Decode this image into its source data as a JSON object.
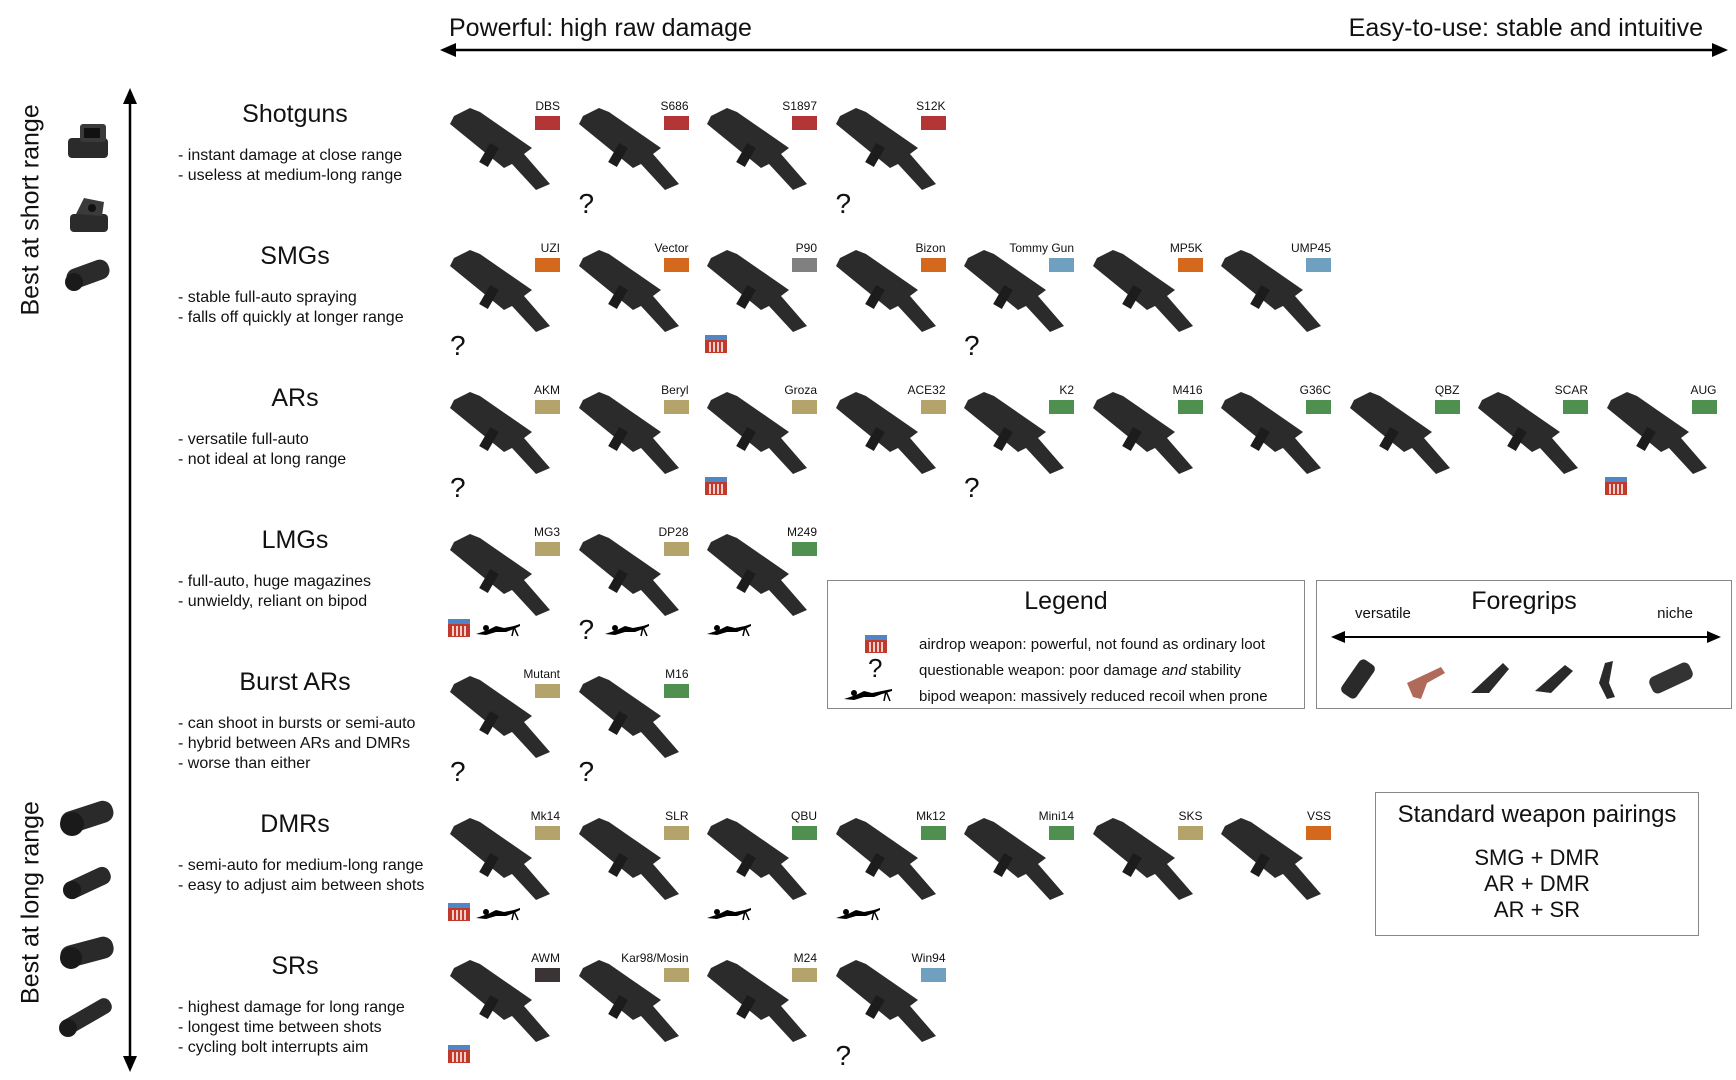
{
  "axes": {
    "left_label": "Powerful: high raw damage",
    "right_label": "Easy-to-use: stable and intuitive",
    "top_side_label": "Best at short range",
    "bottom_side_label": "Best at long range"
  },
  "colors": {
    "shotgun": "#b33535",
    "smg": "#d4691d",
    "gray": "#808080",
    "blue": "#6fa0c0",
    "tan": "#b5a36c",
    "green": "#4f8f50",
    "dark": "#3a3434"
  },
  "classes": [
    {
      "name": "Shotguns",
      "desc": [
        "- instant damage at close range",
        "- useless at medium-long range"
      ]
    },
    {
      "name": "SMGs",
      "desc": [
        "- stable full-auto spraying",
        "- falls off quickly at longer range"
      ]
    },
    {
      "name": "ARs",
      "desc": [
        "- versatile full-auto",
        "- not ideal at long range"
      ]
    },
    {
      "name": "LMGs",
      "desc": [
        "- full-auto, huge magazines",
        "- unwieldy, reliant on bipod"
      ]
    },
    {
      "name": "Burst ARs",
      "desc": [
        "- can shoot in bursts or semi-auto",
        "- hybrid between ARs and DMRs",
        "- worse than either"
      ]
    },
    {
      "name": "DMRs",
      "desc": [
        "- semi-auto for medium-long range",
        "- easy to adjust aim between shots"
      ]
    },
    {
      "name": "SRs",
      "desc": [
        "- highest damage for long range",
        "- longest time between shots",
        "- cycling bolt interrupts aim"
      ]
    }
  ],
  "weapons": [
    [
      {
        "name": "DBS",
        "color": "#b33535"
      },
      {
        "name": "S686",
        "color": "#b33535",
        "question": true
      },
      {
        "name": "S1897",
        "color": "#b33535"
      },
      {
        "name": "S12K",
        "color": "#b33535",
        "question": true
      }
    ],
    [
      {
        "name": "UZI",
        "color": "#d4691d",
        "question": true
      },
      {
        "name": "Vector",
        "color": "#d4691d"
      },
      {
        "name": "P90",
        "color": "#808080",
        "airdrop": true
      },
      {
        "name": "Bizon",
        "color": "#d4691d"
      },
      {
        "name": "Tommy Gun",
        "color": "#6fa0c0",
        "question": true
      },
      {
        "name": "MP5K",
        "color": "#d4691d"
      },
      {
        "name": "UMP45",
        "color": "#6fa0c0"
      }
    ],
    [
      {
        "name": "AKM",
        "color": "#b5a36c",
        "question": true
      },
      {
        "name": "Beryl",
        "color": "#b5a36c"
      },
      {
        "name": "Groza",
        "color": "#b5a36c",
        "airdrop": true
      },
      {
        "name": "ACE32",
        "color": "#b5a36c"
      },
      {
        "name": "K2",
        "color": "#4f8f50",
        "question": true
      },
      {
        "name": "M416",
        "color": "#4f8f50"
      },
      {
        "name": "G36C",
        "color": "#4f8f50"
      },
      {
        "name": "QBZ",
        "color": "#4f8f50"
      },
      {
        "name": "SCAR",
        "color": "#4f8f50"
      },
      {
        "name": "AUG",
        "color": "#4f8f50",
        "airdrop": true
      }
    ],
    [
      {
        "name": "MG3",
        "color": "#b5a36c",
        "airdrop": true,
        "bipod": true
      },
      {
        "name": "DP28",
        "color": "#b5a36c",
        "question": true,
        "bipod": true
      },
      {
        "name": "M249",
        "color": "#4f8f50",
        "bipod": true
      }
    ],
    [
      {
        "name": "Mutant",
        "color": "#b5a36c",
        "question": true
      },
      {
        "name": "M16",
        "color": "#4f8f50",
        "question": true
      }
    ],
    [
      {
        "name": "Mk14",
        "color": "#b5a36c",
        "airdrop": true,
        "bipod": true
      },
      {
        "name": "SLR",
        "color": "#b5a36c"
      },
      {
        "name": "QBU",
        "color": "#4f8f50",
        "bipod": true
      },
      {
        "name": "Mk12",
        "color": "#4f8f50",
        "bipod": true
      },
      {
        "name": "Mini14",
        "color": "#4f8f50"
      },
      {
        "name": "SKS",
        "color": "#b5a36c"
      },
      {
        "name": "VSS",
        "color": "#d4691d"
      }
    ],
    [
      {
        "name": "AWM",
        "color": "#3a3434",
        "airdrop": true
      },
      {
        "name": "Kar98/Mosin",
        "color": "#b5a36c"
      },
      {
        "name": "M24",
        "color": "#b5a36c"
      },
      {
        "name": "Win94",
        "color": "#6fa0c0",
        "question": true
      }
    ]
  ],
  "legend": {
    "title": "Legend",
    "airdrop": "airdrop weapon: powerful, not found as ordinary loot",
    "question_prefix": "questionable weapon: poor damage ",
    "question_em": "and",
    "question_suffix": " stability",
    "question_symbol": "?",
    "bipod": "bipod weapon: massively reduced recoil when prone"
  },
  "foregrips": {
    "title": "Foregrips",
    "left": "versatile",
    "right": "niche",
    "icons": [
      "vertical-grip-icon",
      "half-grip-icon",
      "angled-grip-icon",
      "thumb-grip-icon",
      "lightweight-grip-icon",
      "laser-sight-icon"
    ]
  },
  "pairings": {
    "title": "Standard weapon pairings",
    "items": [
      "SMG + DMR",
      "AR + DMR",
      "AR + SR"
    ]
  },
  "scopes": {
    "short": [
      "holographic-sight-icon",
      "red-dot-sight-icon",
      "2x-scope-icon"
    ],
    "long": [
      "8x-scope-icon",
      "4x-scope-icon",
      "6x-scope-icon",
      "15x-scope-icon"
    ]
  }
}
